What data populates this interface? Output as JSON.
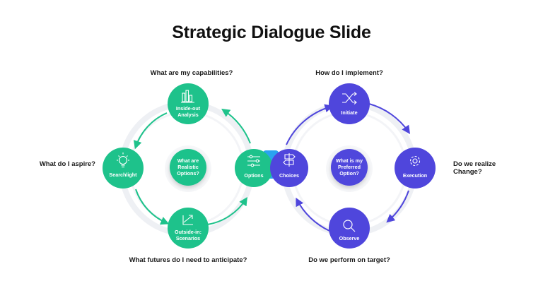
{
  "title": "Strategic Dialogue Slide",
  "colors": {
    "green": "#1ec28b",
    "purple": "#4f46dc",
    "link": "#2aa3f0",
    "ring": "#eef0f4"
  },
  "left_cycle": {
    "center": [
      "What are",
      "Realistic",
      "Options?"
    ],
    "nodes": {
      "top": {
        "lines": [
          "Inside-out",
          "Analysis"
        ],
        "icon": "bar-chart-icon"
      },
      "left": {
        "lines": [
          "Searchlight"
        ],
        "icon": "lightbulb-icon"
      },
      "bottom": {
        "lines": [
          "Outside-in:",
          "Scenarios"
        ],
        "icon": "trend-arrow-icon"
      },
      "right": {
        "lines": [
          "Options"
        ],
        "icon": "sliders-icon"
      }
    },
    "questions": {
      "top": "What are my capabilities?",
      "left": "What do I aspire?",
      "bottom": "What futures do I need to anticipate?"
    }
  },
  "right_cycle": {
    "center": [
      "What is my",
      "Preferred",
      "Option?"
    ],
    "nodes": {
      "top": {
        "lines": [
          "Initiate"
        ],
        "icon": "shuffle-icon"
      },
      "left": {
        "lines": [
          "Choices"
        ],
        "icon": "signpost-icon"
      },
      "bottom": {
        "lines": [
          "Observe"
        ],
        "icon": "magnifier-icon"
      },
      "right": {
        "lines": [
          "Execution"
        ],
        "icon": "gear-icon"
      }
    },
    "questions": {
      "top": "How do I implement?",
      "right": "Do we realize Change?",
      "bottom": "Do we perform on target?"
    }
  },
  "link_icon": "double-arrow-icon"
}
